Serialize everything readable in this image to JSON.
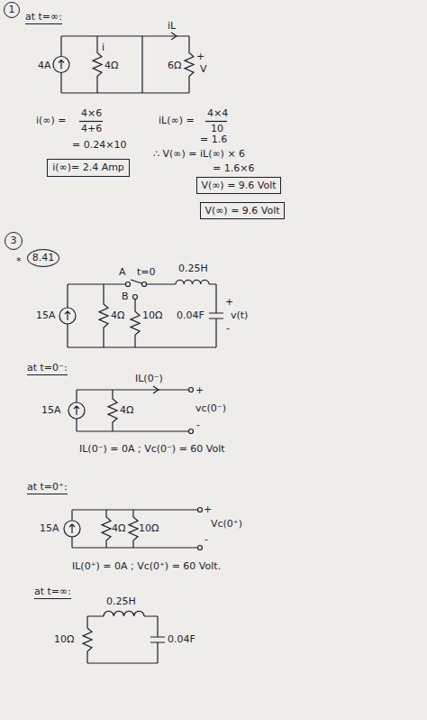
{
  "diagram": {
    "nodes": [
      {
        "text": [
          "1"
        ]
      },
      {
        "text": [
          "i(∞)= 2.4 Amp"
        ]
      },
      {
        "text": [
          "V(∞) = 9.6 Volt"
        ]
      },
      {
        "text": [
          "V(∞) = 9.6 Volt"
        ]
      },
      {
        "text": [
          "3"
        ]
      },
      {
        "text": [
          "8.41"
        ]
      }
    ],
    "labels": [
      "at t=∞:",
      "4A",
      "i",
      "4Ω",
      "iL",
      "6Ω",
      "+",
      "V",
      "i(∞) =",
      "4×6",
      "4+6",
      "= 0.24×10",
      "iL(∞) =",
      "4×4",
      "10",
      "= 1.6",
      "∴ V(∞) = iL(∞) × 6",
      "= 1.6×6",
      "*",
      "A",
      "t=0",
      "B",
      "0.25H",
      "15A",
      "4Ω",
      "10Ω",
      "0.04F",
      "+",
      "v(t)",
      "-",
      "at t=0⁻:",
      "IL(0⁻)",
      "15A",
      "4Ω",
      "+",
      "vc(0⁻)",
      "-",
      "IL(0⁻) = 0A ; Vc(0⁻) = 60 Volt",
      "at t=0⁺:",
      "15A",
      "4Ω",
      "10Ω",
      "+",
      "Vc(0⁺)",
      "-",
      "IL(0⁺) = 0A ; Vc(0⁺) = 60 Volt.",
      "at t=∞:",
      "0.25H",
      "10Ω",
      "0.04F"
    ]
  }
}
